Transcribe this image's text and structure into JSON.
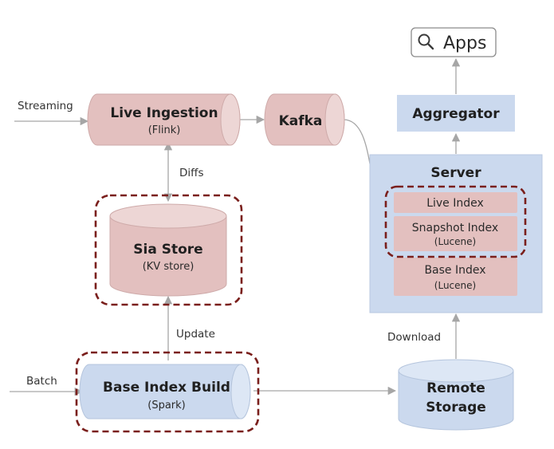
{
  "nodes": {
    "apps": {
      "label": "Apps",
      "icon": "magnifier-icon"
    },
    "aggregator": {
      "label": "Aggregator"
    },
    "kafka": {
      "label": "Kafka"
    },
    "live_ingestion": {
      "label": "Live Ingestion",
      "sublabel": "(Flink)"
    },
    "sia_store": {
      "label": "Sia Store",
      "sublabel": "(KV store)"
    },
    "server": {
      "label": "Server",
      "live_index": "Live Index",
      "snapshot_index": {
        "label": "Snapshot Index",
        "sublabel": "(Lucene)"
      },
      "base_index": {
        "label": "Base Index",
        "sublabel": "(Lucene)"
      }
    },
    "base_index_build": {
      "label": "Base Index Build",
      "sublabel": "(Spark)"
    },
    "remote_storage": {
      "label_line1": "Remote",
      "label_line2": "Storage"
    }
  },
  "edges": {
    "streaming": "Streaming",
    "diffs": "Diffs",
    "update": "Update",
    "batch": "Batch",
    "download": "Download"
  },
  "colors": {
    "pink": "#e3c0bf",
    "blue": "#cbd9ee",
    "dashed_border": "#7a1f1c",
    "arrow": "#a6a6a6"
  }
}
